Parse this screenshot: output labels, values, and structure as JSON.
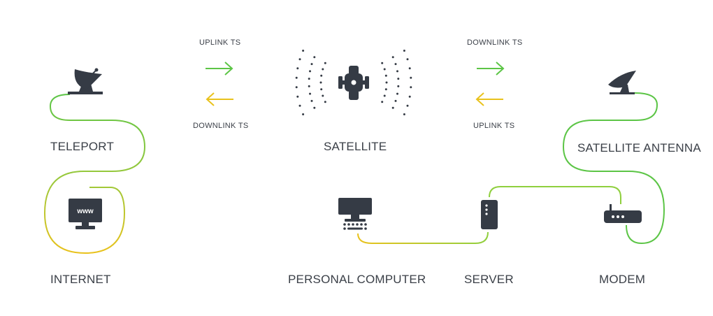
{
  "labels": {
    "teleport": "TELEPORT",
    "internet": "INTERNET",
    "satellite": "SATELLITE",
    "satellite_antenna": "SATELLITE ANTENNA",
    "personal_computer": "PERSONAL COMPUTER",
    "server": "SERVER",
    "modem": "MODEM"
  },
  "flows": {
    "left_uplink": "UPLINK TS",
    "left_downlink": "DOWNLINK TS",
    "right_downlink": "DOWNLINK TS",
    "right_uplink": "UPLINK TS"
  },
  "icons": {
    "teleport": "satellite-dish-icon",
    "satellite": "satellite-icon",
    "antenna": "satellite-dish-icon",
    "internet": "www-monitor-icon",
    "computer": "desktop-computer-icon",
    "server": "server-tower-icon",
    "modem": "router-modem-icon"
  },
  "colors": {
    "green": "#5cc546",
    "yellow": "#e9c21c",
    "icon": "#353b45",
    "text": "#3a3f47"
  }
}
